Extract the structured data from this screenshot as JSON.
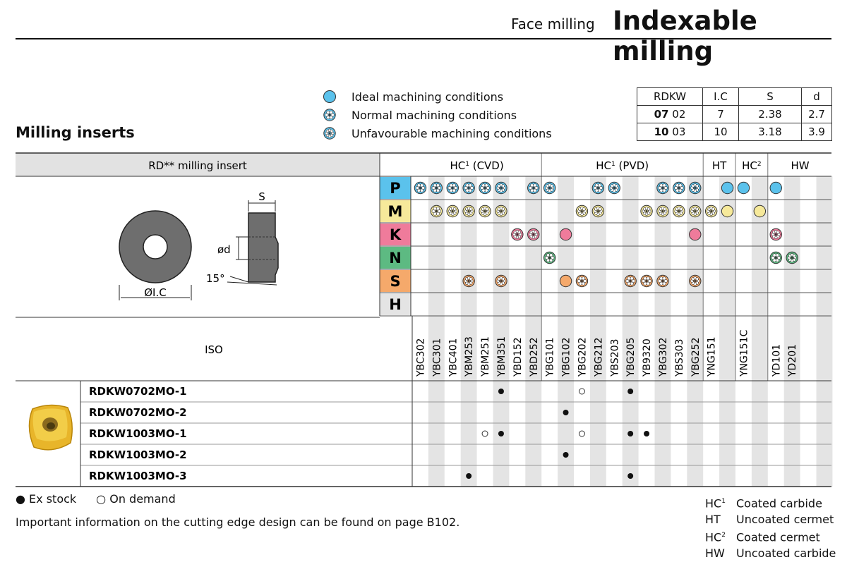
{
  "header": {
    "subtitle": "Face milling",
    "title": "Indexable milling"
  },
  "section_title": "Milling inserts",
  "legend": [
    {
      "icon": "ideal",
      "label": "Ideal machining conditions"
    },
    {
      "icon": "normal",
      "label": "Normal machining conditions"
    },
    {
      "icon": "unfavourable",
      "label": "Unfavourable machining conditions"
    }
  ],
  "spec_table": {
    "headers": [
      "RDKW",
      "I.C",
      "S",
      "d"
    ],
    "rows": [
      {
        "bold": "07",
        "rest": "02",
        "ic": "7",
        "s": "2.38",
        "d": "2.7"
      },
      {
        "bold": "10",
        "rest": "03",
        "ic": "10",
        "s": "3.18",
        "d": "3.9"
      }
    ]
  },
  "main": {
    "product_label": "RD** milling insert",
    "iso_label": "ISO",
    "group_labels": [
      "HC¹ (CVD)",
      "HC¹ (PVD)",
      "HT",
      "HC²",
      "HW"
    ],
    "groups": [
      {
        "label": "HC",
        "sup": "1",
        "tail": " (CVD)",
        "cols": 8
      },
      {
        "label": "HC",
        "sup": "1",
        "tail": " (PVD)",
        "cols": 10
      },
      {
        "label": "HT",
        "sup": "",
        "tail": "",
        "cols": 2
      },
      {
        "label": "HC",
        "sup": "2",
        "tail": "",
        "cols": 2
      },
      {
        "label": "HW",
        "sup": "",
        "tail": "",
        "cols": 4
      }
    ],
    "grades": [
      "YBC302",
      "YBC301",
      "YBC401",
      "YBM253",
      "YBM251",
      "YBM351",
      "YBD152",
      "YBD252",
      "YBG101",
      "YBG102",
      "YBG202",
      "YBG212",
      "YBS203",
      "YBG205",
      "YB9320",
      "YBG302",
      "YBS303",
      "YBG252",
      "YNG151",
      "",
      "YNG151C",
      "",
      "YD101",
      "YD201",
      "",
      ""
    ],
    "materials": [
      {
        "letter": "P",
        "color": "#5bc2ec",
        "cells": "nnnnnu-nh--nu--nnu-ii-i----"
      },
      {
        "letter": "M",
        "color": "#f6e99a",
        "cells": "-nuuuu----uu--uuuuui-i----"
      },
      {
        "letter": "K",
        "color": "#ef7b9b",
        "cells": "------uu-i-------i----u---"
      },
      {
        "letter": "N",
        "color": "#5dba82",
        "cells": "--------n-------------nu--"
      },
      {
        "letter": "S",
        "color": "#f5a96b",
        "cells": "---u-u---in--nnn-u--------"
      },
      {
        "letter": "H",
        "color": "#e4e4e4",
        "cells": "--------------------------"
      }
    ],
    "articles": [
      {
        "code": "RDKW0702MO-1",
        "marks": {
          "5": "stock",
          "10": "demand",
          "13": "stock"
        }
      },
      {
        "code": "RDKW0702MO-2",
        "marks": {
          "9": "stock"
        }
      },
      {
        "code": "RDKW1003MO-1",
        "marks": {
          "4": "demand",
          "5": "stock",
          "10": "demand",
          "13": "stock",
          "14": "stock"
        }
      },
      {
        "code": "RDKW1003MO-2",
        "marks": {
          "9": "stock"
        }
      },
      {
        "code": "RDKW1003MO-3",
        "marks": {
          "3": "stock",
          "13": "stock"
        }
      }
    ],
    "drawing": {
      "s_label": "S",
      "d_label": "ød",
      "angle_label": "15°",
      "ic_label": "ØI.C"
    }
  },
  "footer": {
    "ex_stock": "Ex stock",
    "on_demand": "On demand",
    "info": "Important information on the cutting edge design can be found on page B102."
  },
  "hc_legend": [
    {
      "code": "HC",
      "sup": "1",
      "desc": "Coated carbide"
    },
    {
      "code": "HT",
      "sup": "",
      "desc": "Uncoated cermet"
    },
    {
      "code": "HC",
      "sup": "2",
      "desc": "Coated cermet"
    },
    {
      "code": "HW",
      "sup": "",
      "desc": "Uncoated carbide"
    }
  ]
}
